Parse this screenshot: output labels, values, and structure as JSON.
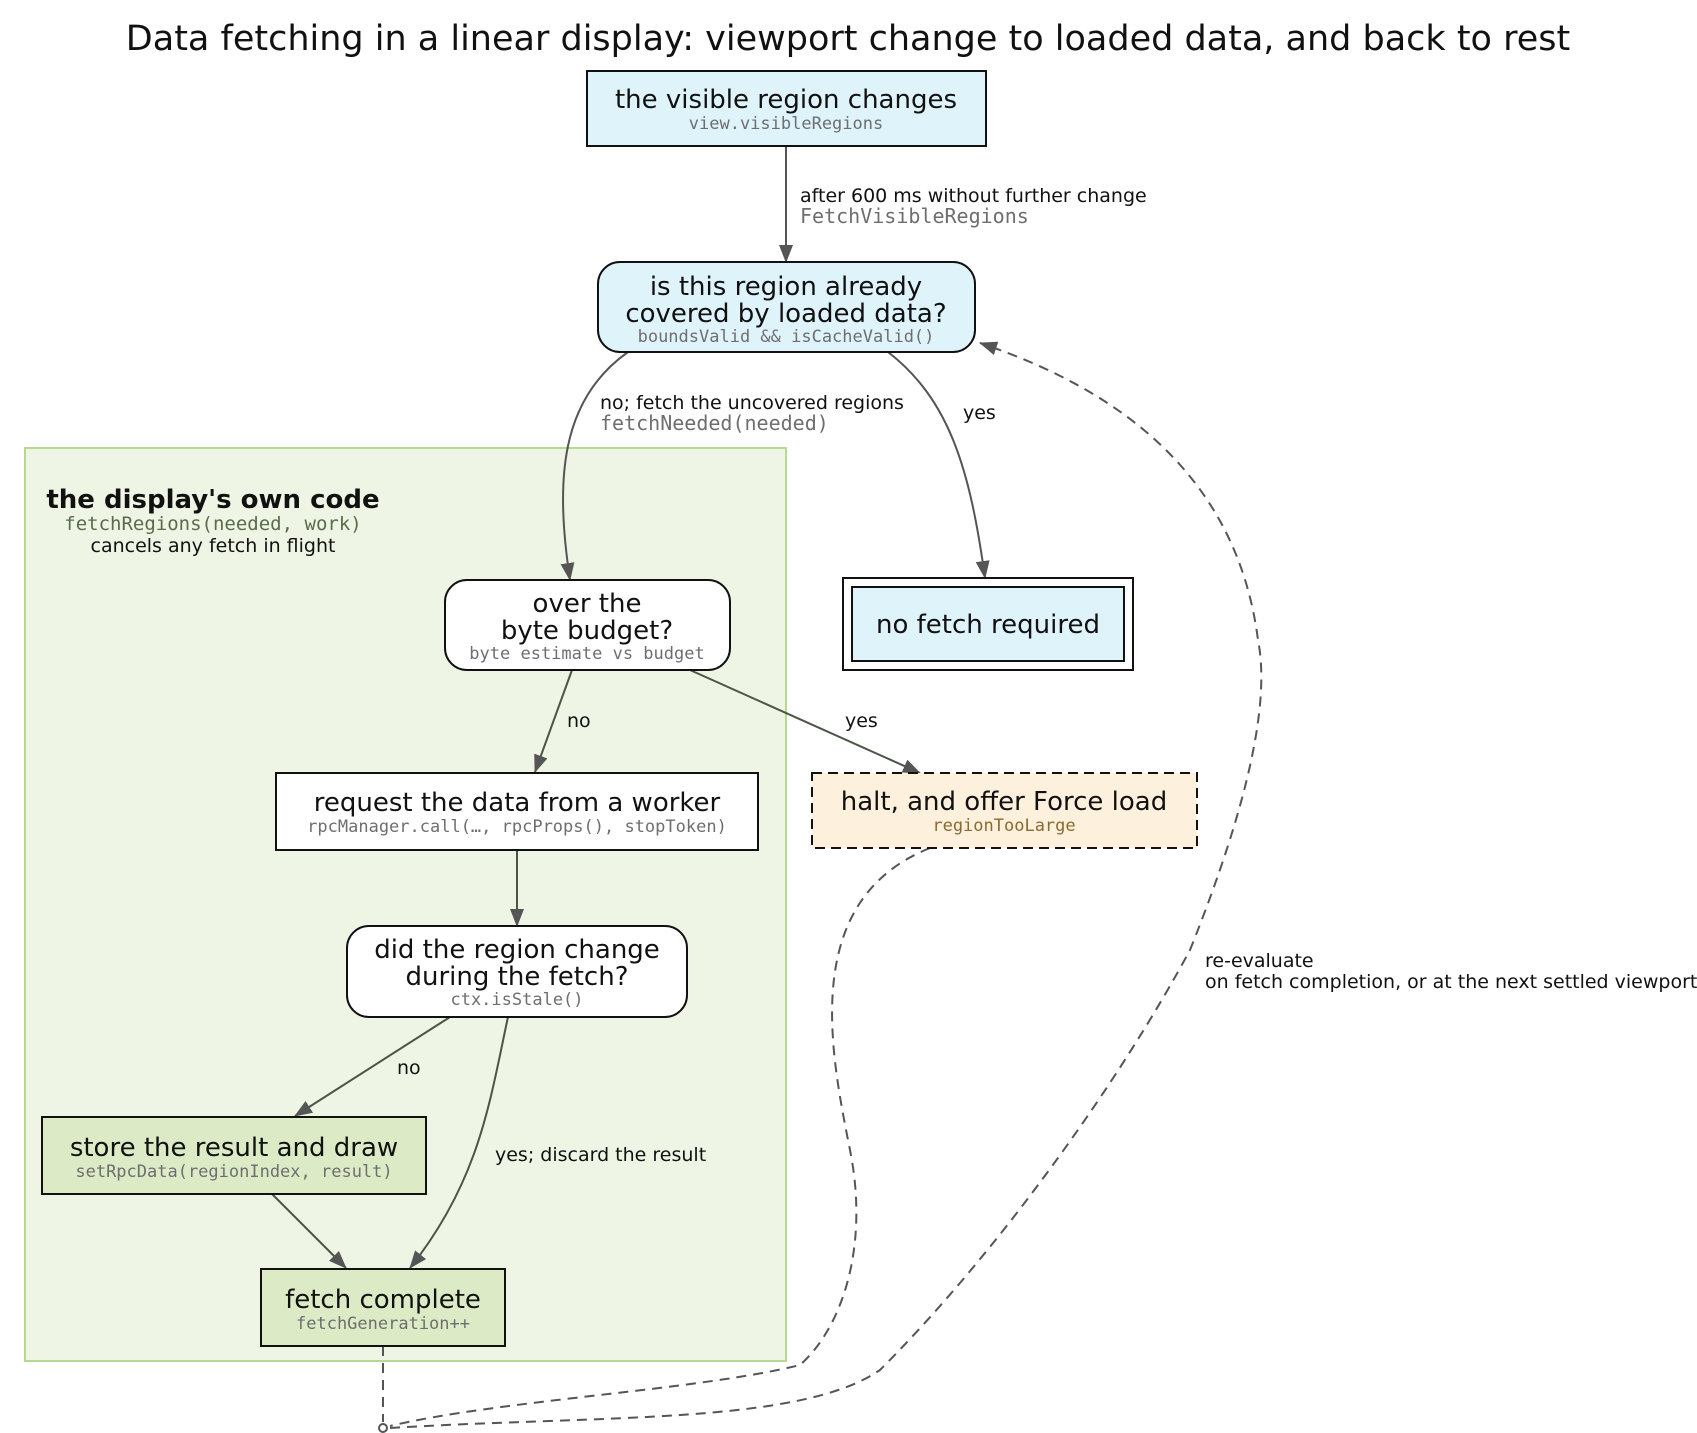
{
  "title": "Data fetching in a linear display: viewport change to loaded data, and back to rest",
  "cluster": {
    "title": "the display's own code",
    "code": "fetchRegions(needed, work)",
    "note": "cancels any fetch in flight"
  },
  "nodes": {
    "visible_changes": {
      "label": "the visible region changes",
      "code": "view.visibleRegions"
    },
    "covered_check": {
      "label_line1": "is this region already",
      "label_line2": "covered by loaded data?",
      "code": "boundsValid && isCacheValid()"
    },
    "no_fetch": {
      "label": "no fetch required"
    },
    "budget_check": {
      "label_line1": "over the",
      "label_line2": "byte budget?",
      "code": "byte estimate vs budget"
    },
    "halt": {
      "label": "halt, and offer Force load",
      "code": "regionTooLarge"
    },
    "request": {
      "label": "request the data from a worker",
      "code": "rpcManager.call(…, rpcProps(), stopToken)"
    },
    "stale_check": {
      "label_line1": "did the region change",
      "label_line2": "during the fetch?",
      "code": "ctx.isStale()"
    },
    "store": {
      "label": "store the result and draw",
      "code": "setRpcData(regionIndex, result)"
    },
    "complete": {
      "label": "fetch complete",
      "code": "fetchGeneration++"
    }
  },
  "edges": {
    "debounce": {
      "label": "after 600 ms without further change",
      "code": "FetchVisibleRegions"
    },
    "fetch_needed": {
      "label": "no; fetch the uncovered regions",
      "code": "fetchNeeded(needed)"
    },
    "covered_yes": {
      "label": "yes"
    },
    "budget_no": {
      "label": "no"
    },
    "budget_yes": {
      "label": "yes"
    },
    "stale_no": {
      "label": "no"
    },
    "stale_yes": {
      "label": "yes; discard the result"
    },
    "reevaluate": {
      "label_line1": "re-evaluate",
      "label_line2": "on fetch completion, or at the next settled viewport"
    }
  },
  "colors": {
    "blue_fill": "#dff3fb",
    "green_fill": "#dcebc6",
    "cluster_fill": "#eff5e5",
    "cluster_stroke": "#b5d98e",
    "halt_fill": "#fdf0dc",
    "edge": "#555555"
  }
}
